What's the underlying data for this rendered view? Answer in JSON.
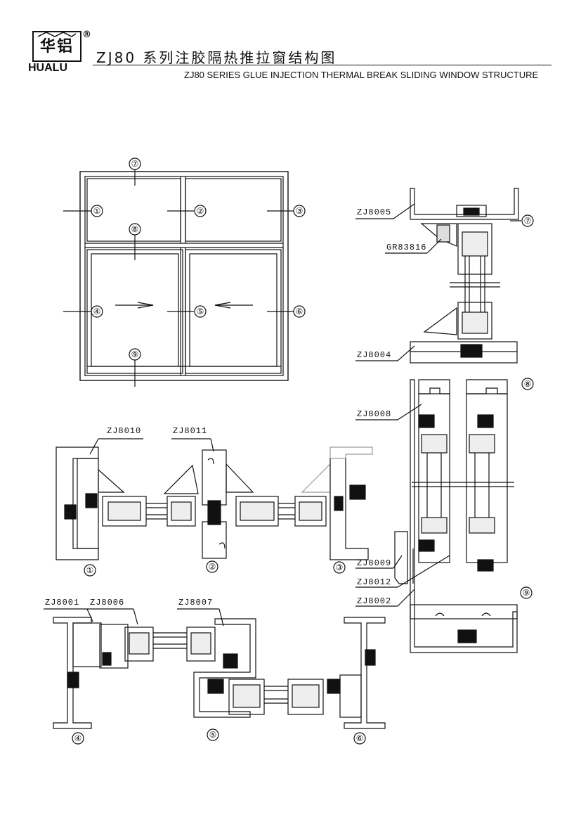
{
  "header": {
    "logo_cn": "华铝",
    "logo_en": "HUALU",
    "registered": "®",
    "title_cn": "ZJ80 系列注胶隔热推拉窗结构图",
    "title_en": "ZJ80 SERIES GLUE INJECTION THERMAL BREAK SLIDING WINDOW STRUCTURE"
  },
  "elevation": {
    "markers": [
      "①",
      "②",
      "③",
      "④",
      "⑤",
      "⑥",
      "⑦",
      "⑧",
      "⑨"
    ]
  },
  "vertical_section": {
    "labels": [
      "ZJ8005",
      "GR83816",
      "ZJ8004",
      "ZJ8008",
      "ZJ8009",
      "ZJ8012",
      "ZJ8002"
    ],
    "markers": [
      "⑦",
      "⑧",
      "⑨"
    ]
  },
  "top_section": {
    "labels": [
      "ZJ8010",
      "ZJ8011"
    ],
    "markers": [
      "①",
      "②",
      "③"
    ]
  },
  "bottom_section": {
    "labels": [
      "ZJ8001",
      "ZJ8006",
      "ZJ8007"
    ],
    "markers": [
      "④",
      "⑤",
      "⑥"
    ]
  }
}
